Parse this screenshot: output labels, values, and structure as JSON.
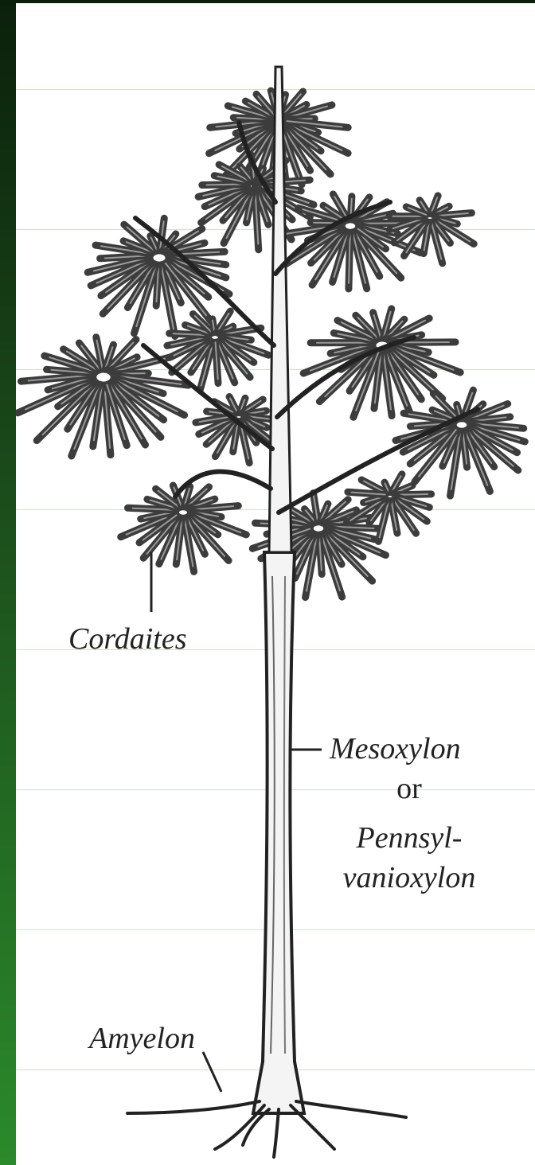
{
  "labels": {
    "cordaites": "Cordaites",
    "mesoxylon": "Mesoxylon",
    "or": "or",
    "pennsyl": "Pennsyl-",
    "vanioxylon": "vanioxylon",
    "amyelon": "Amyelon"
  },
  "colors": {
    "ink": "#222222",
    "foliage": "#3c3c3c",
    "background_border_top": "#0b200b",
    "background_border_bottom": "#2b8a2b",
    "rule_lines": "#cfe0cf"
  }
}
